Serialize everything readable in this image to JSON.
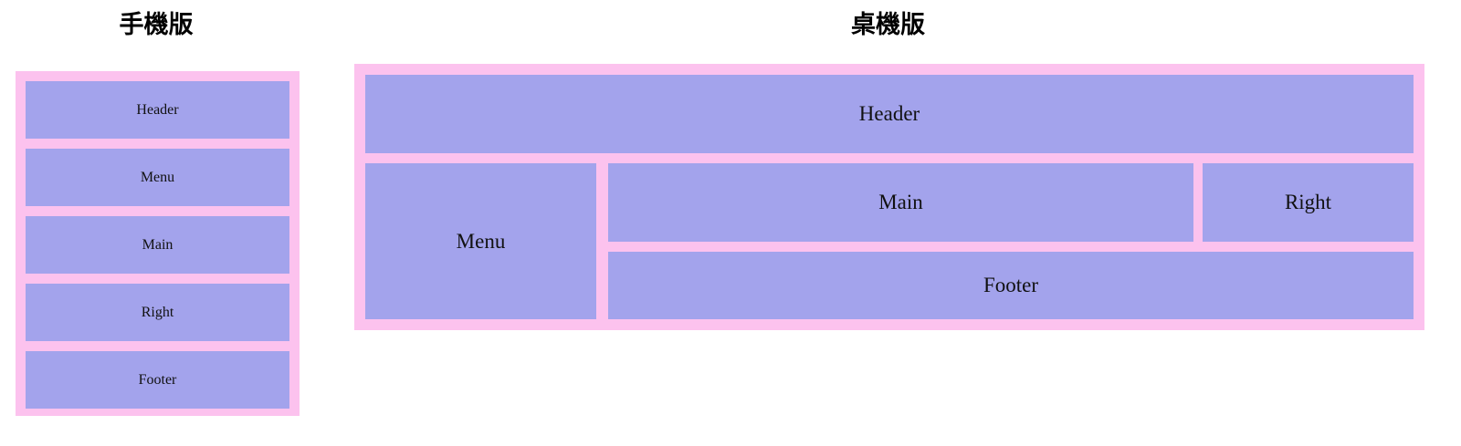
{
  "page": {
    "background_color": "#ffffff",
    "wrapper_color": "#fcc2ee",
    "block_color": "#a3a3ec",
    "text_color": "#111111"
  },
  "mobile": {
    "title": "手機版",
    "blocks": [
      {
        "label": "Header"
      },
      {
        "label": "Menu"
      },
      {
        "label": "Main"
      },
      {
        "label": "Right"
      },
      {
        "label": "Footer"
      }
    ]
  },
  "desktop": {
    "title": "桌機版",
    "blocks": {
      "header": "Header",
      "menu": "Menu",
      "main": "Main",
      "right": "Right",
      "footer": "Footer"
    }
  }
}
